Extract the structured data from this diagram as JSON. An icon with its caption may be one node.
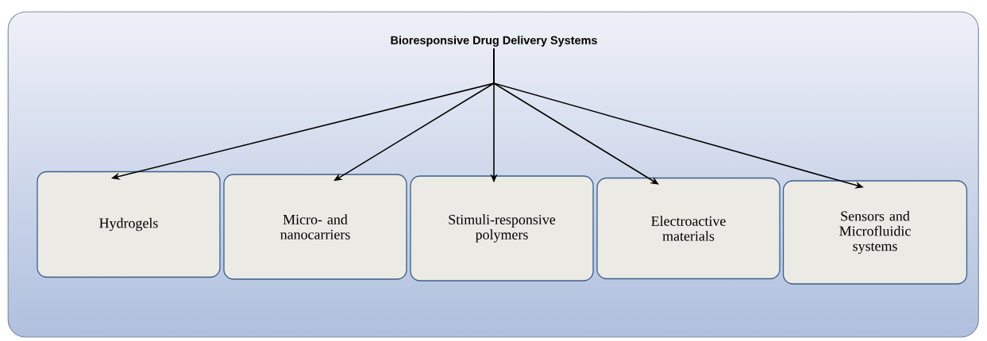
{
  "diagram": {
    "nodes": [
      {
        "text": [],
        "shape": "box"
      },
      {
        "text": [
          "Bioresponsive Drug Delivery Systems"
        ],
        "in": 0
      },
      {
        "text": [
          "Hydrogels"
        ],
        "in": 0
      },
      {
        "text": [
          "Micro- and nanocarriers"
        ],
        "in": 0
      },
      {
        "text": [
          "Stimuli-responsive polymers"
        ],
        "in": 0
      },
      {
        "text": [
          "Electroactive materials"
        ],
        "in": 0
      },
      {
        "text": [
          "Sensors and Microfluidic systems"
        ],
        "in": 0
      }
    ],
    "edges": [
      {
        "from": 1,
        "to": 2,
        "arrow": "to"
      },
      {
        "from": 1,
        "to": 3,
        "arrow": "to"
      },
      {
        "from": 1,
        "to": 4,
        "arrow": "to"
      },
      {
        "from": 1,
        "to": 5,
        "arrow": "to"
      },
      {
        "from": 1,
        "to": 6,
        "arrow": "to"
      }
    ]
  }
}
